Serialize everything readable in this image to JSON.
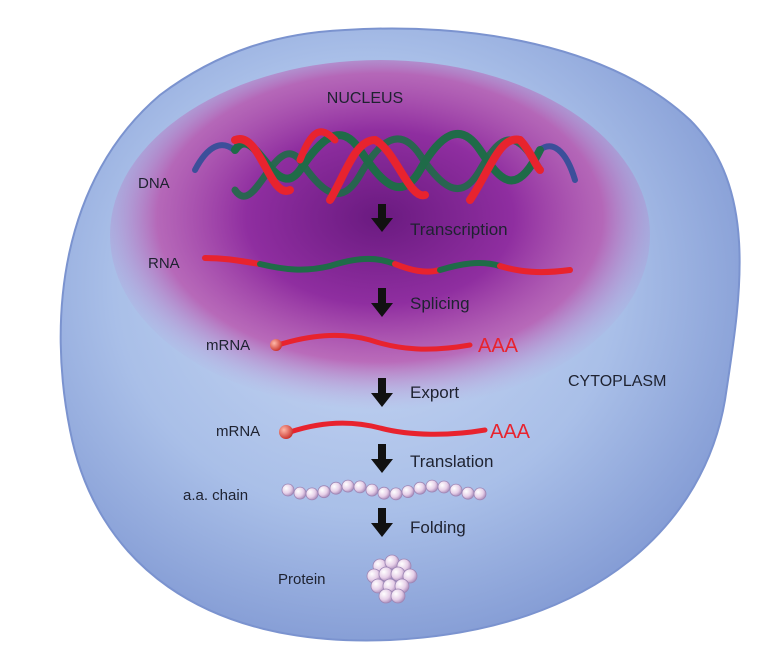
{
  "labels": {
    "nucleus": "NUCLEUS",
    "cytoplasm": "CYTOPLASM",
    "dna": "DNA",
    "rna": "RNA",
    "mrna_nuclear": "mRNA",
    "mrna_cytoplasm": "mRNA",
    "aa_chain": "a.a. chain",
    "protein": "Protein",
    "poly_a_tail_nuclear": "AAA",
    "poly_a_tail_cytoplasm": "AAA"
  },
  "steps": {
    "transcription": "Transcription",
    "splicing": "Splicing",
    "export": "Export",
    "translation": "Translation",
    "folding": "Folding"
  },
  "colors": {
    "cell_fill": "#a9bfe8",
    "cell_edge": "#7b93cf",
    "nucleus_core": "#7a1f8e",
    "nucleus_glow": "#c23fb0",
    "strand_red": "#e8232e",
    "strand_green": "#1f6b48",
    "strand_blue": "#3c4f9a",
    "bead": "#e6cfe8",
    "arrow": "#111111"
  }
}
